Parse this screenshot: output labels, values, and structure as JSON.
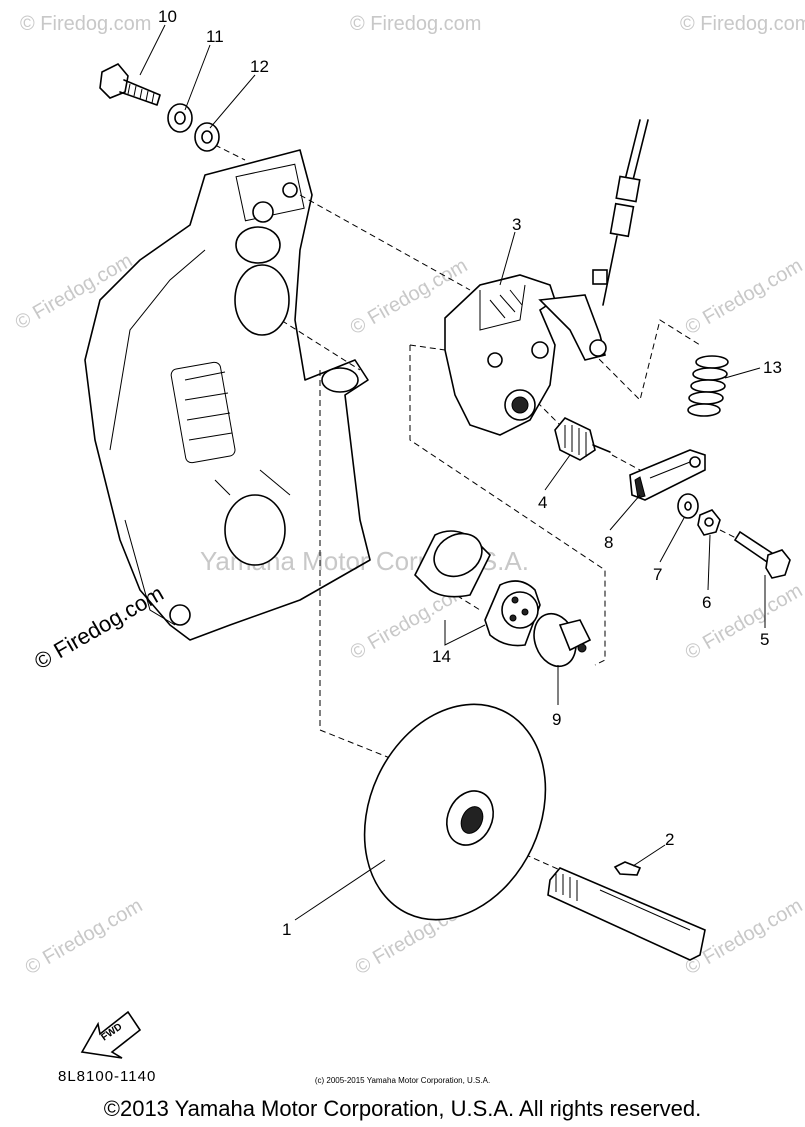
{
  "watermark": {
    "brand": "© Firedog.com",
    "center": "Yamaha Motor Corp., U.S.A."
  },
  "callouts": [
    {
      "id": "1",
      "label": "1"
    },
    {
      "id": "2",
      "label": "2"
    },
    {
      "id": "3",
      "label": "3"
    },
    {
      "id": "4",
      "label": "4"
    },
    {
      "id": "5",
      "label": "5"
    },
    {
      "id": "6",
      "label": "6"
    },
    {
      "id": "7",
      "label": "7"
    },
    {
      "id": "8",
      "label": "8"
    },
    {
      "id": "9",
      "label": "9"
    },
    {
      "id": "10",
      "label": "10"
    },
    {
      "id": "11",
      "label": "11"
    },
    {
      "id": "12",
      "label": "12"
    },
    {
      "id": "13",
      "label": "13"
    },
    {
      "id": "14",
      "label": "14"
    }
  ],
  "fwd_label": "FWD",
  "part_number": "8L8100-1140",
  "small_copyright": "(c) 2005-2015 Yamaha Motor Corporation, U.S.A.",
  "copyright": "©2013 Yamaha Motor Corporation, U.S.A. All rights reserved."
}
